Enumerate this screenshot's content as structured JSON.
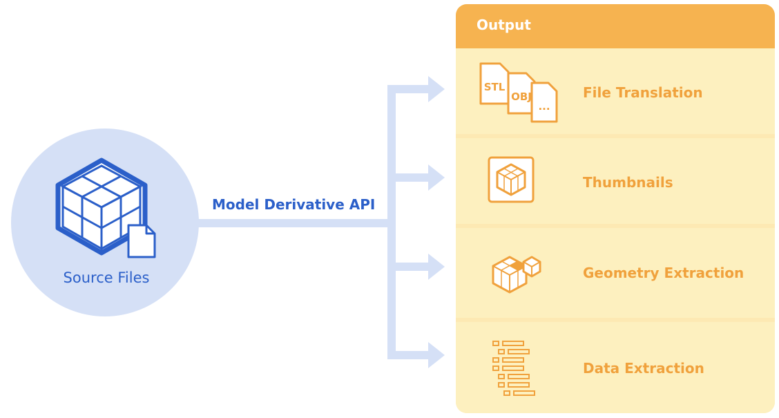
{
  "source": {
    "label": "Source Files"
  },
  "connector": {
    "label": "Model Derivative API"
  },
  "output": {
    "title": "Output",
    "rows": [
      {
        "label": "File Translation",
        "icon": "file-formats-icon",
        "file_tags": [
          "STL",
          "OBJ",
          "..."
        ]
      },
      {
        "label": "Thumbnails",
        "icon": "thumbnail-cube-icon"
      },
      {
        "label": "Geometry Extraction",
        "icon": "geometry-cubes-icon"
      },
      {
        "label": "Data Extraction",
        "icon": "data-list-icon"
      }
    ]
  },
  "colors": {
    "blue": "#2b5fc9",
    "light_blue": "#d5e0f6",
    "orange": "#f0a13c",
    "header_orange": "#f6b350",
    "row_yellow": "#fdf0bf"
  }
}
